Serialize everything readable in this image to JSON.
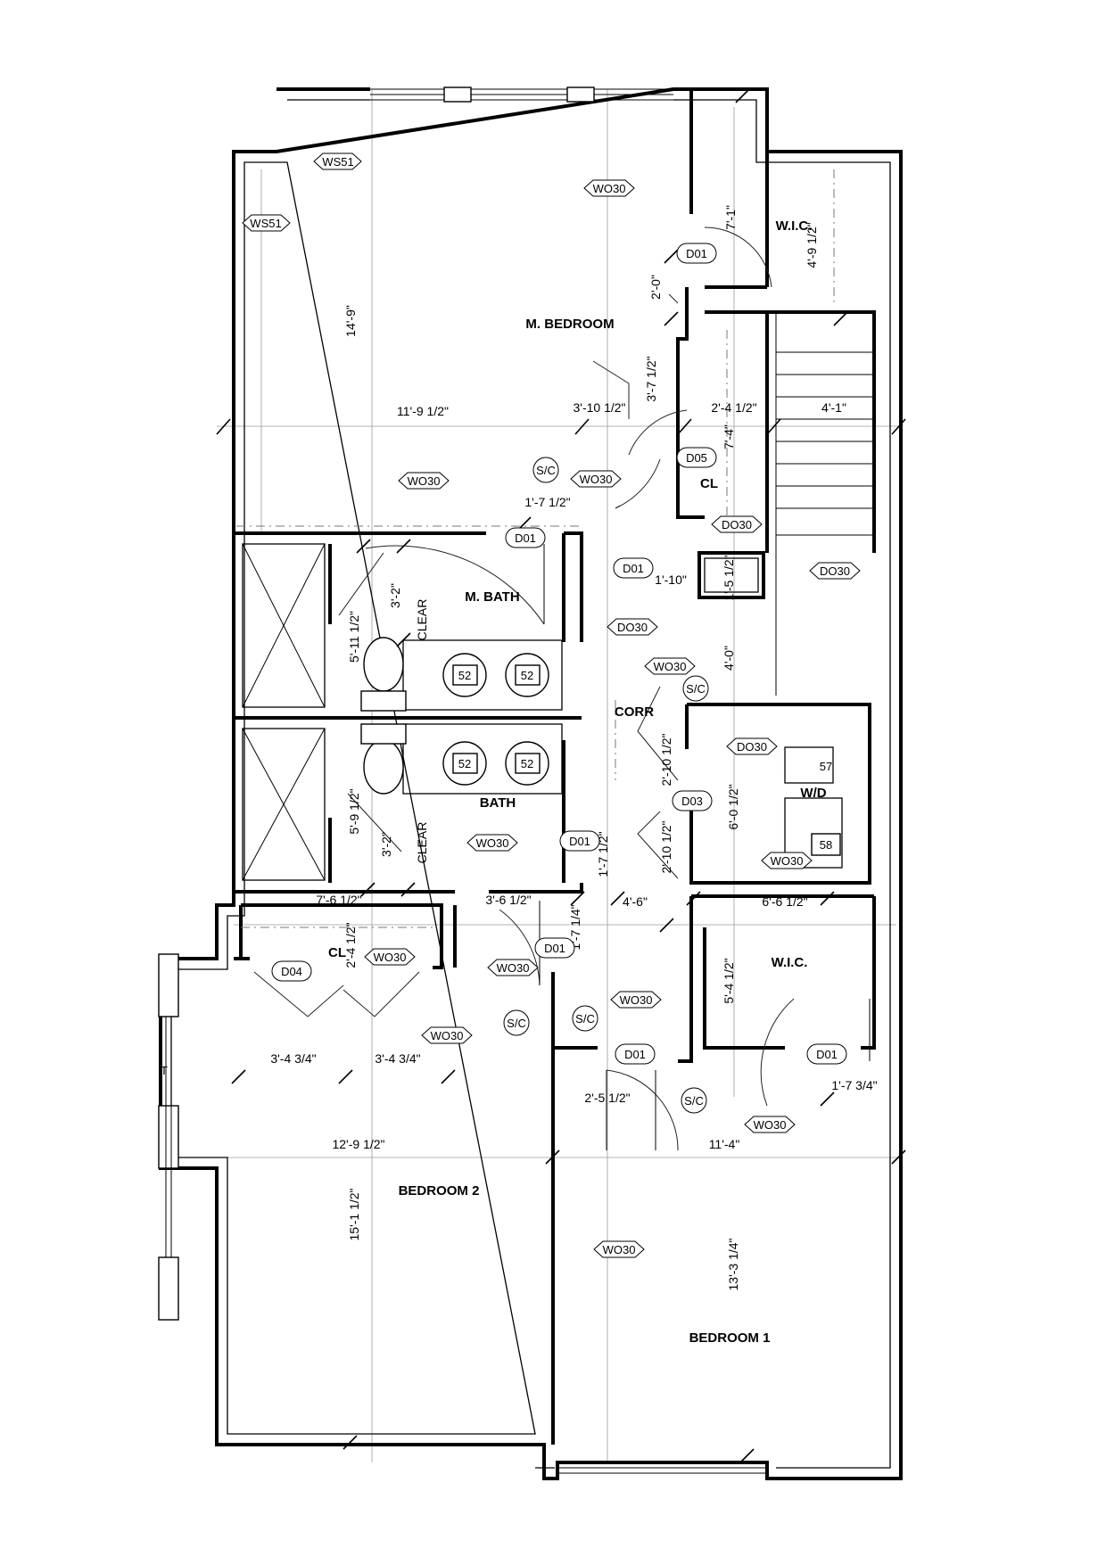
{
  "rooms": {
    "m_bedroom": "M. BEDROOM",
    "wic_top": "W.I.C.",
    "cl_top": "CL",
    "m_bath": "M. BATH",
    "corr": "CORR",
    "wd": "W/D",
    "bath": "BATH",
    "cl_left": "CL",
    "wic_bottom": "W.I.C.",
    "bedroom2": "BEDROOM 2",
    "bedroom1": "BEDROOM 1",
    "clear_top": "CLEAR",
    "clear_bottom": "CLEAR"
  },
  "dimensions": {
    "mb_height": "14'-9\"",
    "mb_width": "11'-9 1/2\"",
    "d_3_10": "3'-10 1/2\"",
    "d_2_4": "2'-4 1/2\"",
    "d_4_1": "4'-1\"",
    "d_2_0": "2'-0\"",
    "d_7_1": "7'-1\"",
    "d_4_9": "4'-9 1/2\"",
    "d_3_7": "3'-7 1/2\"",
    "d_7_4": "7'-4\"",
    "d_1_7a": "1'-7 1/2\"",
    "d_1_10": "1'-10\"",
    "d_1_5": "1'-5 1/2\"",
    "d_3_2a": "3'-2\"",
    "d_5_11": "5'-11 1/2\"",
    "d_4_0": "4'-0\"",
    "d_2_10a": "2'-10 1/2\"",
    "d_6_0": "6'-0 1/2\"",
    "d_2_10b": "2'-10 1/2\"",
    "d_5_9": "5'-9 1/2\"",
    "d_3_2b": "3'-2\"",
    "d_1_7b": "1'-7 1/2\"",
    "d_7_6": "7'-6 1/2\"",
    "d_3_6": "3'-6 1/2\"",
    "d_4_6": "4'-6\"",
    "d_6_6": "6'-6 1/2\"",
    "d_1_7c": "1'-7 1/4\"",
    "d_2_4b": "2'-4 1/2\"",
    "d_5_4": "5'-4 1/2\"",
    "d_3_4a": "3'-4 3/4\"",
    "d_3_4b": "3'-4 3/4\"",
    "d_2_5": "2'-5 1/2\"",
    "d_1_7d": "1'-7 3/4\"",
    "d_12_9": "12'-9 1/2\"",
    "d_11_4": "11'-4\"",
    "d_15_1": "15'-1 1/2\"",
    "d_13_3": "13'-3 1/4\""
  },
  "tags": {
    "ws51": "WS51",
    "wo30": "WO30",
    "do30": "DO30",
    "d01": "D01",
    "d03": "D03",
    "d04": "D04",
    "d05": "D05",
    "sc": "S/C",
    "fx52": "52",
    "fx57": "57",
    "fx58": "58",
    "t": "T"
  }
}
